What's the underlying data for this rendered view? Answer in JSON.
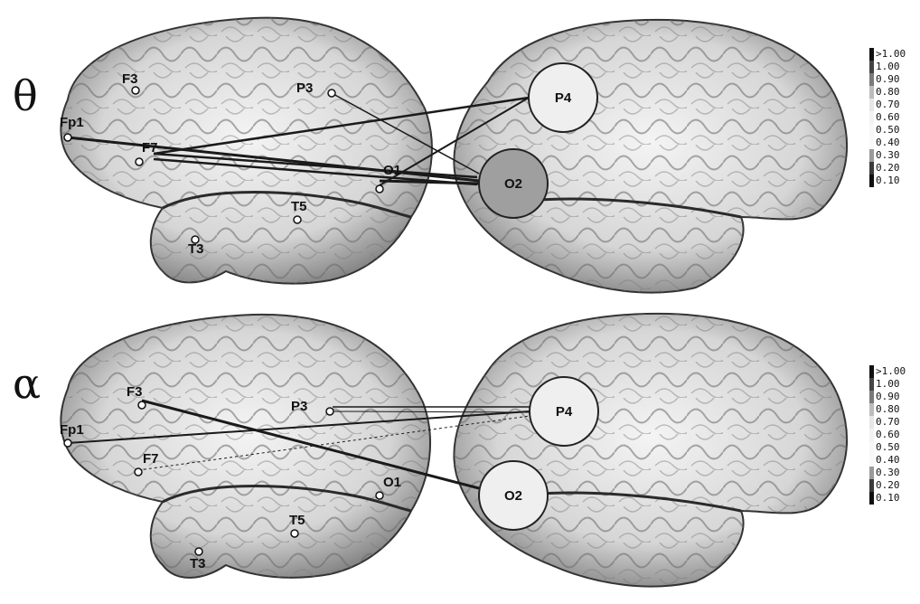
{
  "panels": [
    {
      "band": "θ",
      "electrodes": [
        "F3",
        "Fp1",
        "F7",
        "P3",
        "T5",
        "T3",
        "O1"
      ],
      "nodes": [
        "P4",
        "O2"
      ]
    },
    {
      "band": "α",
      "electrodes": [
        "F3",
        "Fp1",
        "F7",
        "P3",
        "O1",
        "T5",
        "T3"
      ],
      "nodes": [
        "P4",
        "O2"
      ]
    }
  ],
  "scale_labels": [
    ">1.00",
    "1.00",
    "0.90",
    "0.80",
    "0.70",
    "0.60",
    "0.50",
    "0.40",
    "0.30",
    "0.20",
    "0.10"
  ],
  "scale_colors": [
    "#111111",
    "#444444",
    "#7a7a7a",
    "#bcbcbc",
    "#e6e6e6",
    "#f2f2f2",
    "#f7f7f7",
    "#f9f9f9",
    "#9a9a9a",
    "#3a3a3a",
    "#111111"
  ],
  "node_fill_theta_o2": "#9f9f9f",
  "node_fill_default": "#efefef"
}
